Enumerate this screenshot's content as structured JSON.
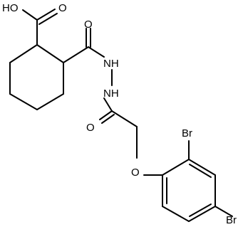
{
  "molecule": {
    "labels": {
      "carboxyl_oh": "HO",
      "carboxyl_o": "O",
      "amide1_o": "O",
      "hydrazide_nh1": "NH",
      "hydrazide_nh2": "NH",
      "amide2_o": "O",
      "ether_o": "O",
      "br_ortho": "Br",
      "br_para": "Br"
    }
  }
}
